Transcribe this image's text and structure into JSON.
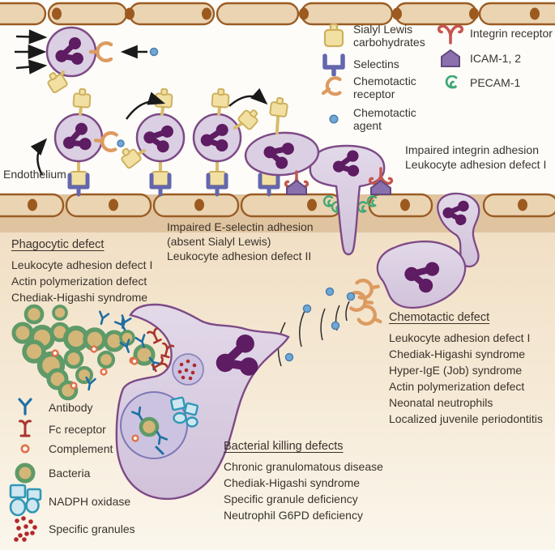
{
  "colors": {
    "endothelium_fill": "#ead4b2",
    "endothelium_stroke": "#9a5c24",
    "endothelium_nucleus": "#9c5a1f",
    "basement_band": "#e0c4a0",
    "tissue_bg": "#f2e0c6",
    "leukocyte_fill": "#dbcfe3",
    "leukocyte_stroke": "#7d4a86",
    "nucleus_purple": "#5e1c62",
    "sialyl_yellow": "#f2e0a2",
    "sialyl_outline": "#cdb05f",
    "selectin_purple": "#6467ad",
    "chemotactic_receptor_orange": "#dd9b61",
    "chemotactic_agent_blue": "#6fa8d6",
    "integrin_red": "#c4564e",
    "icam_purple": "#8a70ad",
    "pecam_green": "#3fa876",
    "antibody_blue": "#1e6fa3",
    "fc_receptor_red": "#a93430",
    "complement_orange": "#e0714b",
    "bacteria_ring_green": "#5f9a68",
    "bacteria_fill": "#d4b678",
    "nadph_teal": "#2f97b7",
    "granule_red": "#b2282b",
    "arrow_black": "#1a1a1a"
  },
  "legend_receptors": {
    "col1": [
      {
        "icon": "sialyl-lewis-icon",
        "label": "Sialyl Lewis carbohydrates"
      },
      {
        "icon": "selectin-icon",
        "label": "Selectins"
      },
      {
        "icon": "chemotactic-receptor-icon",
        "label": "Chemotactic receptor"
      },
      {
        "icon": "chemotactic-agent-icon",
        "label": "Chemotactic agent"
      }
    ],
    "col2": [
      {
        "icon": "integrin-receptor-icon",
        "label": "Integrin receptor"
      },
      {
        "icon": "icam-icon",
        "label": "ICAM-1, 2"
      },
      {
        "icon": "pecam-icon",
        "label": "PECAM-1"
      }
    ]
  },
  "labels": {
    "endothelium": "Endothelium",
    "impaired_integrin": "Impaired integrin adhesion\nLeukocyte adhesion defect I",
    "impaired_eselectin": "Impaired E-selectin adhesion\n(absent Sialyl Lewis)\nLeukocyte adhesion defect II"
  },
  "defects": {
    "phagocytic": {
      "title": "Phagocytic defect",
      "items": [
        "Leukocyte adhesion defect I",
        "Actin polymerization defect",
        "Chediak-Higashi syndrome"
      ]
    },
    "chemotactic": {
      "title": "Chemotactic defect",
      "items": [
        "Leukocyte adhesion defect I",
        "Chediak-Higashi syndrome",
        "Hyper-IgE (Job) syndrome",
        "Actin polymerization defect",
        "Neonatal neutrophils",
        "Localized juvenile periodontitis"
      ]
    },
    "bacterial_killing": {
      "title": "Bacterial killing defects",
      "items": [
        "Chronic granulomatous disease",
        "Chediak-Higashi syndrome",
        "Specific granule deficiency",
        "Neutrophil G6PD deficiency"
      ]
    }
  },
  "legend_phagocytosis": [
    {
      "icon": "antibody-icon",
      "label": "Antibody"
    },
    {
      "icon": "fc-receptor-icon",
      "label": "Fc receptor"
    },
    {
      "icon": "complement-icon",
      "label": "Complement"
    },
    {
      "icon": "bacteria-icon",
      "label": "Bacteria"
    },
    {
      "icon": "nadph-oxidase-icon",
      "label": "NADPH oxidase"
    },
    {
      "icon": "specific-granules-icon",
      "label": "Specific granules"
    }
  ]
}
